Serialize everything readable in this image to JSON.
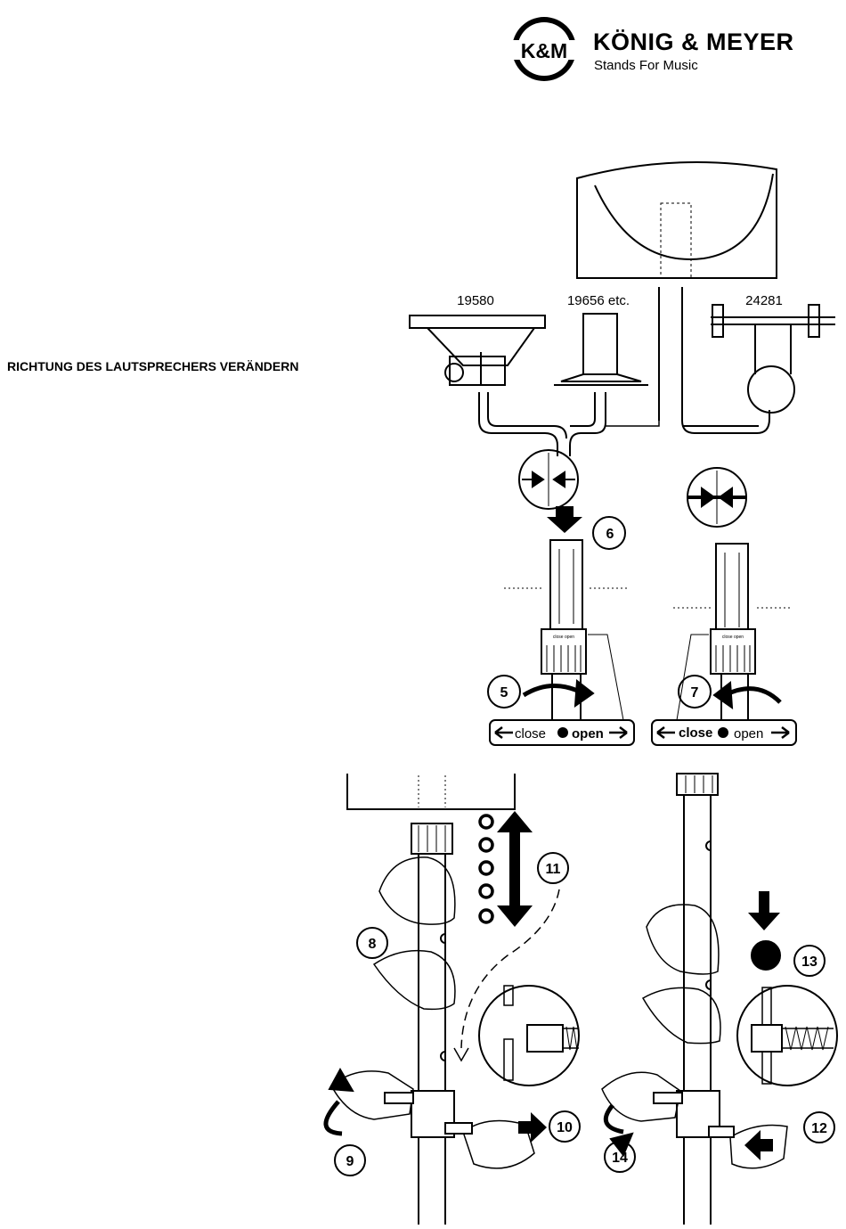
{
  "brand": {
    "logo_text": "K&M",
    "name": "KÖNIG & MEYER",
    "tagline": "Stands For Music"
  },
  "heading": "RICHTUNG DES LAUTSPRECHERS VERÄNDERN",
  "adapters": {
    "a": "19580",
    "b": "19656 etc.",
    "c": "24281"
  },
  "steps": [
    "5",
    "6",
    "7",
    "8",
    "9",
    "10",
    "11",
    "12",
    "13",
    "14"
  ],
  "labels": {
    "close_left": "close",
    "open_left": "open",
    "close_right": "close",
    "open_right": "open",
    "collar_text": "close  open"
  }
}
